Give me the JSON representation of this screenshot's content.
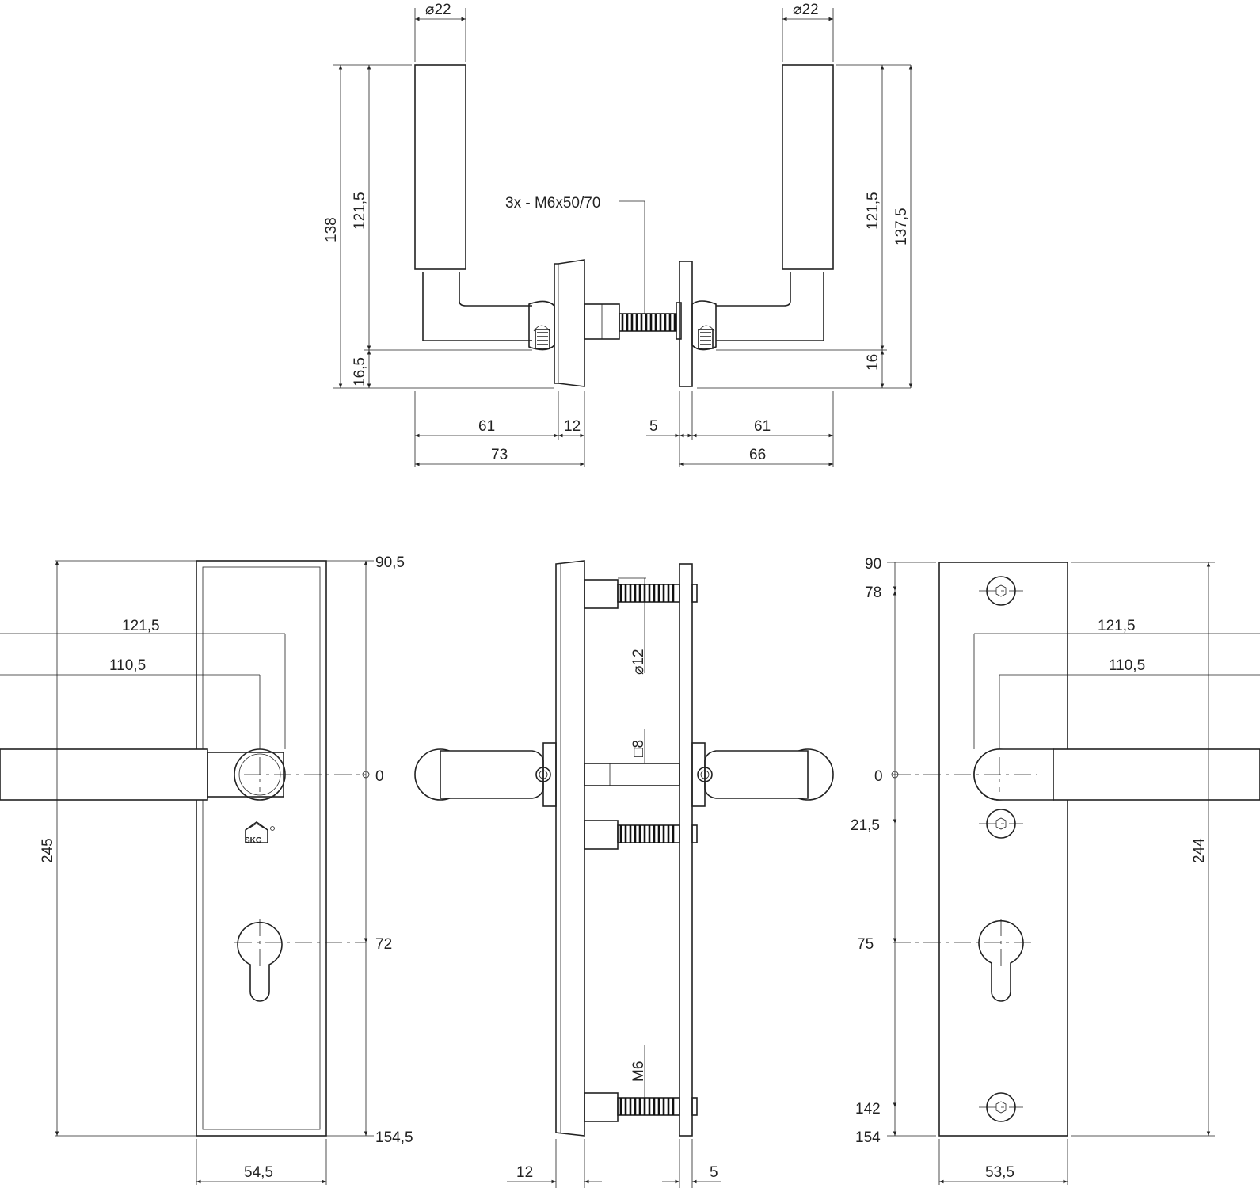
{
  "top_view": {
    "dia_left": "⌀22",
    "dia_right": "⌀22",
    "screw_note": "3x - M6x50/70",
    "h_138": "138",
    "h_121_5_left": "121,5",
    "h_16_5": "16,5",
    "h_121_5_right": "121,5",
    "h_137_5": "137,5",
    "h_16": "16",
    "w_61_left": "61",
    "w_12": "12",
    "w_5": "5",
    "w_61_right": "61",
    "w_73": "73",
    "w_66": "66"
  },
  "left_view": {
    "w_121_5": "121,5",
    "w_110_5": "110,5",
    "h_245": "245",
    "y_90_5": "90,5",
    "y_0": "0",
    "y_72": "72",
    "y_154_5": "154,5",
    "w_54_5": "54,5",
    "logo": "SKG"
  },
  "middle_view": {
    "dia_12": "⌀12",
    "square_8": "□8",
    "m6": "M6",
    "w_12": "12",
    "w_5": "5"
  },
  "right_view": {
    "y_90": "90",
    "y_78": "78",
    "y_0": "0",
    "y_21_5": "21,5",
    "y_75": "75",
    "y_142": "142",
    "y_154": "154",
    "w_121_5": "121,5",
    "w_110_5": "110,5",
    "h_244": "244",
    "w_53_5": "53,5"
  }
}
